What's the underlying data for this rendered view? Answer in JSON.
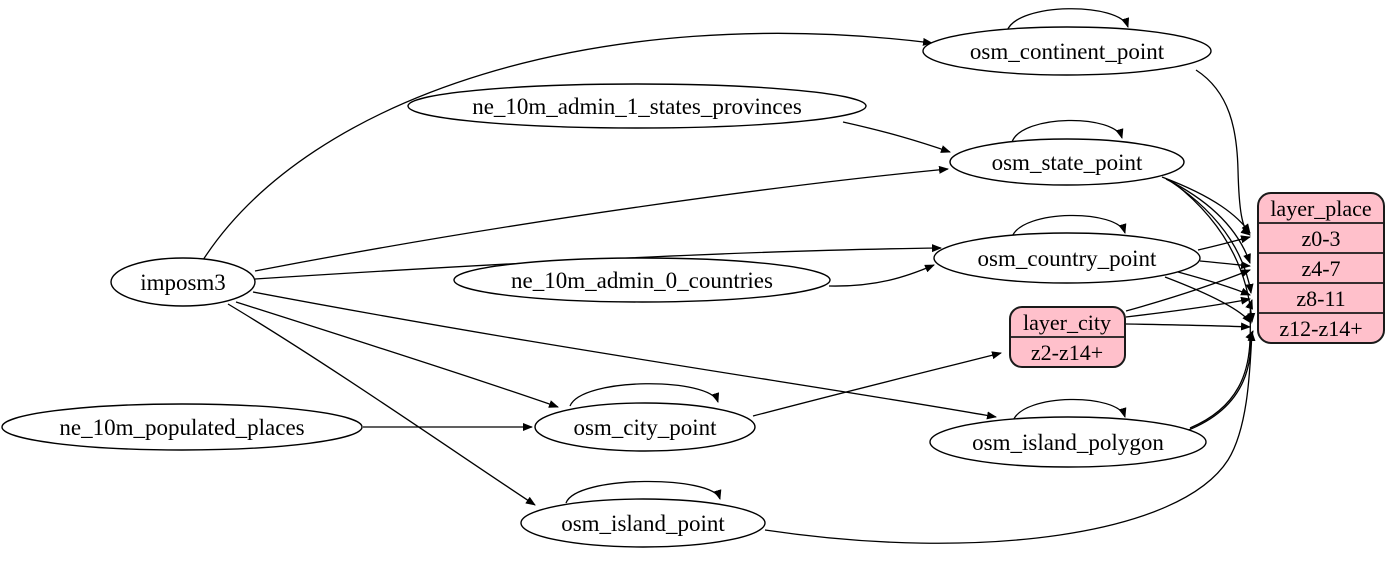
{
  "diagram": {
    "kind": "etl-graph",
    "colors": {
      "background": "#ffffff",
      "ellipse_fill": "#ffffff",
      "record_fill": "#ffc0cb",
      "stroke": "#000000",
      "text": "#000000"
    },
    "nodes": {
      "imposm3": "imposm3",
      "ne_10m_admin_1_states_provinces": "ne_10m_admin_1_states_provinces",
      "ne_10m_admin_0_countries": "ne_10m_admin_0_countries",
      "ne_10m_populated_places": "ne_10m_populated_places",
      "osm_continent_point": "osm_continent_point",
      "osm_state_point": "osm_state_point",
      "osm_country_point": "osm_country_point",
      "osm_city_point": "osm_city_point",
      "osm_island_polygon": "osm_island_polygon",
      "osm_island_point": "osm_island_point",
      "layer_city": {
        "title": "layer_city",
        "rows": [
          "z2-z14+"
        ]
      },
      "layer_place": {
        "title": "layer_place",
        "rows": [
          "z0-3",
          "z4-7",
          "z8-11",
          "z12-z14+"
        ]
      }
    },
    "edges": [
      {
        "from": "imposm3",
        "to": "osm_continent_point"
      },
      {
        "from": "imposm3",
        "to": "osm_state_point"
      },
      {
        "from": "imposm3",
        "to": "osm_country_point"
      },
      {
        "from": "imposm3",
        "to": "osm_city_point"
      },
      {
        "from": "imposm3",
        "to": "osm_island_polygon"
      },
      {
        "from": "imposm3",
        "to": "osm_island_point"
      },
      {
        "from": "ne_10m_admin_1_states_provinces",
        "to": "osm_state_point"
      },
      {
        "from": "ne_10m_admin_0_countries",
        "to": "osm_country_point"
      },
      {
        "from": "ne_10m_populated_places",
        "to": "osm_city_point"
      },
      {
        "from": "osm_continent_point",
        "to": "osm_continent_point"
      },
      {
        "from": "osm_state_point",
        "to": "osm_state_point"
      },
      {
        "from": "osm_country_point",
        "to": "osm_country_point"
      },
      {
        "from": "osm_city_point",
        "to": "osm_city_point"
      },
      {
        "from": "osm_island_polygon",
        "to": "osm_island_polygon"
      },
      {
        "from": "osm_island_point",
        "to": "osm_island_point"
      },
      {
        "from": "osm_city_point",
        "to": "layer_city:z2-z14+"
      },
      {
        "from": "osm_continent_point",
        "to": "layer_place:z0-3"
      },
      {
        "from": "osm_state_point",
        "to": "layer_place:z0-3"
      },
      {
        "from": "osm_state_point",
        "to": "layer_place:z4-7"
      },
      {
        "from": "osm_state_point",
        "to": "layer_place:z8-11"
      },
      {
        "from": "osm_state_point",
        "to": "layer_place:z12-z14+"
      },
      {
        "from": "osm_country_point",
        "to": "layer_place:z0-3"
      },
      {
        "from": "osm_country_point",
        "to": "layer_place:z4-7"
      },
      {
        "from": "osm_country_point",
        "to": "layer_place:z8-11"
      },
      {
        "from": "osm_country_point",
        "to": "layer_place:z12-z14+"
      },
      {
        "from": "layer_city",
        "to": "layer_place:z4-7"
      },
      {
        "from": "layer_city",
        "to": "layer_place:z8-11"
      },
      {
        "from": "layer_city",
        "to": "layer_place:z12-z14+"
      },
      {
        "from": "osm_island_polygon",
        "to": "layer_place:z8-11"
      },
      {
        "from": "osm_island_polygon",
        "to": "layer_place:z12-z14+"
      },
      {
        "from": "osm_island_point",
        "to": "layer_place:z12-z14+"
      }
    ]
  }
}
